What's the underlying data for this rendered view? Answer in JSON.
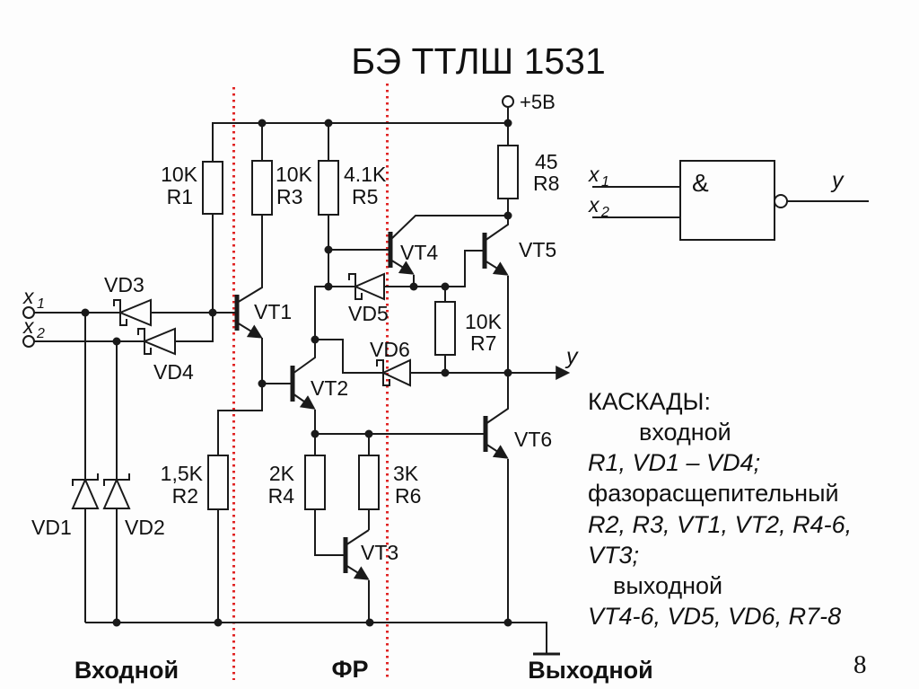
{
  "title": "БЭ ТТЛШ 1531",
  "power_label": "+5В",
  "page_number": "8",
  "output_label": "y",
  "colors": {
    "wire": "#1a1a1a",
    "stage_line": "#e02424",
    "stage_label": "#b14a4a"
  },
  "inputs": {
    "x1": {
      "base": "x",
      "sub": "1"
    },
    "x2": {
      "base": "x",
      "sub": "2"
    }
  },
  "resistors": {
    "r1": {
      "value": "10K",
      "name": "R1"
    },
    "r2": {
      "value": "1,5K",
      "name": "R2"
    },
    "r3": {
      "value": "10K",
      "name": "R3"
    },
    "r4": {
      "value": "2K",
      "name": "R4"
    },
    "r5": {
      "value": "4.1K",
      "name": "R5"
    },
    "r6": {
      "value": "3K",
      "name": "R6"
    },
    "r7": {
      "value": "10K",
      "name": "R7"
    },
    "r8": {
      "value": "45",
      "name": "R8"
    }
  },
  "transistors": {
    "vt1": "VT1",
    "vt2": "VT2",
    "vt3": "VT3",
    "vt4": "VT4",
    "vt5": "VT5",
    "vt6": "VT6"
  },
  "diodes": {
    "vd1": "VD1",
    "vd2": "VD2",
    "vd3": "VD3",
    "vd4": "VD4",
    "vd5": "VD5",
    "vd6": "VD6"
  },
  "gate": {
    "function_label": "&",
    "output_label": "y",
    "inputs": {
      "x1": {
        "base": "x",
        "sub": "1"
      },
      "x2": {
        "base": "x",
        "sub": "2"
      }
    }
  },
  "stages": {
    "input": "Входной",
    "phase_splitter": "ФР",
    "output": "Выходной"
  },
  "cascades": {
    "line1": "КАСКАДЫ:",
    "line2": "входной",
    "line3": "R1, VD1 – VD4;",
    "line4": "фазорасщепительный",
    "line5": "R2, R3, VT1, VT2, R4-6,",
    "line6": "VT3;",
    "line7": "выходной",
    "line8": "VT4-6, VD5, VD6, R7-8"
  }
}
